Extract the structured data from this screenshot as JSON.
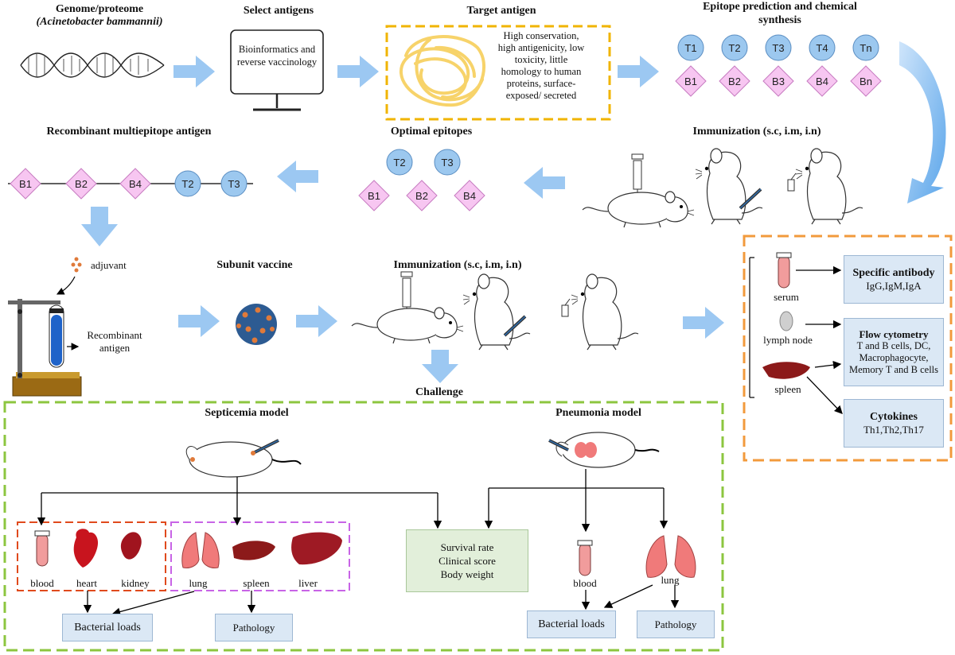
{
  "top_row": {
    "genome_title_1": "Genome/proteome",
    "genome_title_2": "(Acinetobacter bammannii)",
    "select_title": "Select antigens",
    "monitor_text": "Bioinformatics and reverse vaccinology",
    "target_title": "Target antigen",
    "target_criteria": "High conservation, high antigenicity, low toxicity, little homology to human proteins, surface-exposed/ secreted",
    "epitope_title": "Epitope prediction and chemical synthesis",
    "t_epitopes": [
      "T1",
      "T2",
      "T3",
      "T4",
      "Tn"
    ],
    "b_epitopes": [
      "B1",
      "B2",
      "B3",
      "B4",
      "Bn"
    ]
  },
  "middle_row": {
    "recombinant_title": "Recombinant multiepitope antigen",
    "recombinant_chain": [
      "B1",
      "B2",
      "B4",
      "T2",
      "T3"
    ],
    "optimal_title": "Optimal epitopes",
    "optimal_t": [
      "T2",
      "T3"
    ],
    "optimal_b": [
      "B1",
      "B2",
      "B4"
    ],
    "immunization_title": "Immunization (s.c, i.m, i.n)"
  },
  "third_row": {
    "adjuvant_label": "adjuvant",
    "recombinant_antigen_label": "Recombinant antigen",
    "subunit_title": "Subunit vaccine",
    "immunization_title": "Immunization (s.c, i.m, i.n)",
    "challenge_title": "Challenge"
  },
  "readouts": {
    "serum_label": "serum",
    "lymph_label": "lymph node",
    "spleen_label": "spleen",
    "antibody_title": "Specific antibody",
    "antibody_detail": "IgG,IgM,IgA",
    "flow_title": "Flow cytometry",
    "flow_detail": "T and B cells, DC, Macrophagocyte, Memory T and B cells",
    "cytokines_title": "Cytokines",
    "cytokines_detail": "Th1,Th2,Th17"
  },
  "challenge": {
    "septicemia_title": "Septicemia model",
    "pneumonia_title": "Pneumonia model",
    "sep_organs_a": [
      "blood",
      "heart",
      "kidney"
    ],
    "sep_organs_b": [
      "lung",
      "spleen",
      "liver"
    ],
    "survival_lines": [
      "Survival rate",
      "Clinical score",
      "Body weight"
    ],
    "bacterial_loads": "Bacterial loads",
    "pathology": "Pathology",
    "pn_blood": "blood",
    "pn_lung": "lung",
    "pn_bacterial_loads": "Bacterial loads",
    "pn_pathology": "Pathology"
  },
  "colors": {
    "arrow_blue": "#9cc8f2",
    "epitope_t": "#9cc8ef",
    "epitope_b": "#f7c6f1",
    "gold_dash": "#f0b400",
    "orange_dash": "#f29a3c",
    "green_dash": "#8cc63f",
    "red_dash": "#e04a1c",
    "purple_dash": "#c864e6",
    "organ_red": "#c8141e",
    "spleen_dark": "#8c1a1a"
  }
}
